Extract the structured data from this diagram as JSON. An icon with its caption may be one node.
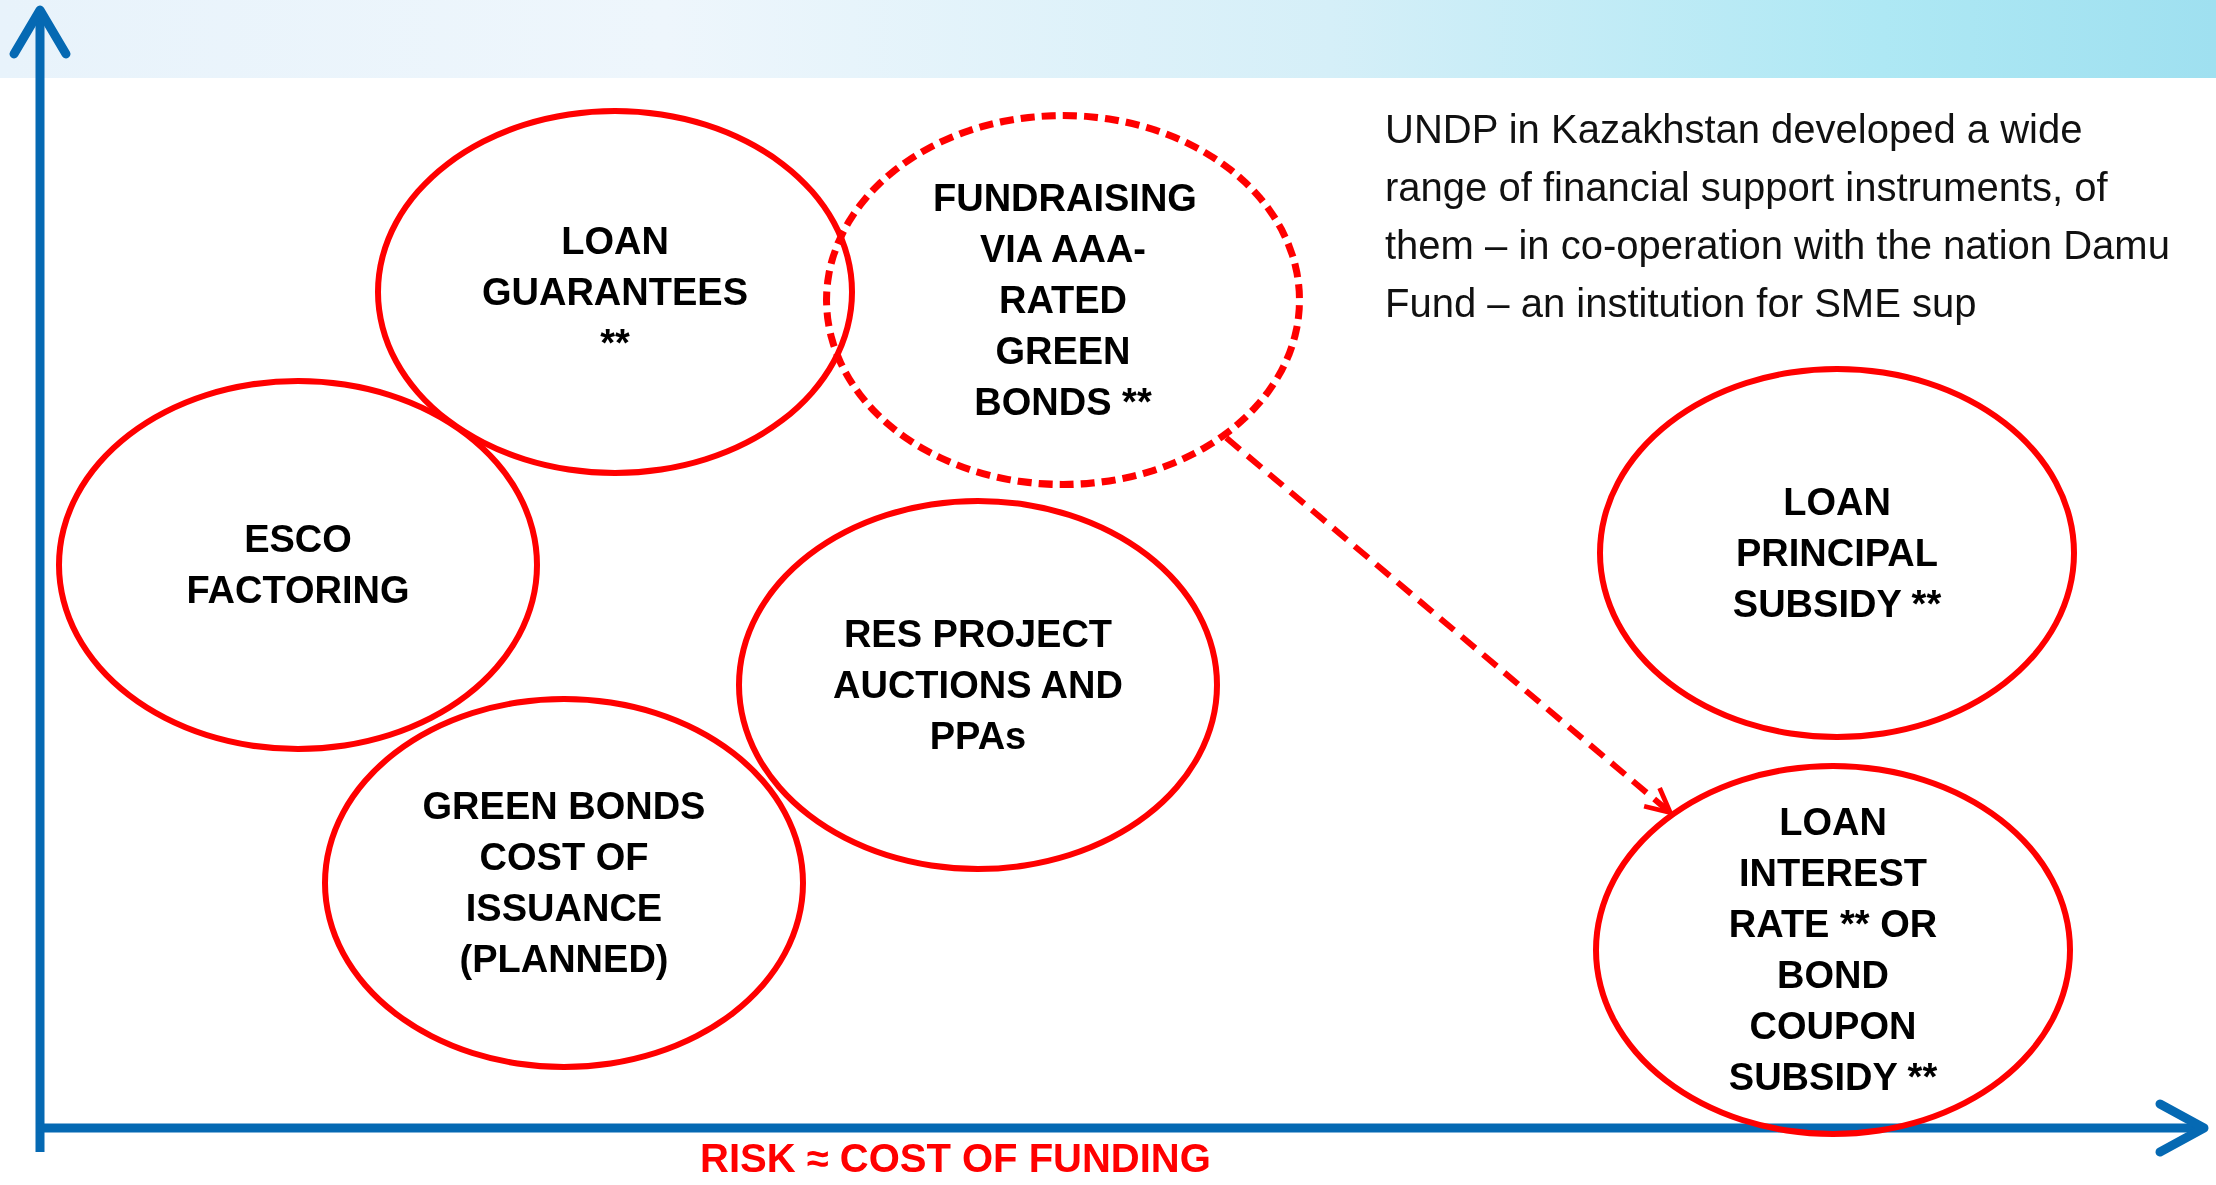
{
  "diagram": {
    "nodes": [
      {
        "text": [
          "LOAN GUARANTEES **"
        ]
      },
      {
        "text": [
          "FUNDRAISING VIA AAA-RATED GREEN BONDS **"
        ]
      },
      {
        "text": [
          "ESCO FACTORING"
        ]
      },
      {
        "text": [
          "RES PROJECT AUCTIONS AND PPAs"
        ]
      },
      {
        "text": [
          "GREEN BONDS COST OF ISSUANCE (PLANNED)"
        ]
      },
      {
        "text": [
          "LOAN PRINCIPAL SUBSIDY **"
        ]
      },
      {
        "text": [
          "LOAN INTEREST RATE ** OR BOND COUPON SUBSIDY **"
        ]
      }
    ],
    "edges": [
      {
        "from": 1,
        "to": 6,
        "arrow": "to",
        "style": "dashed",
        "color": "#ff0000"
      }
    ],
    "labels": [
      "UNDP in Kazakhstan developed a wide range of financial support instruments, of them – in co-operation with the nation Damu Fund – an institution for SME sup",
      "RISK ≈ COST OF FUNDING"
    ]
  }
}
